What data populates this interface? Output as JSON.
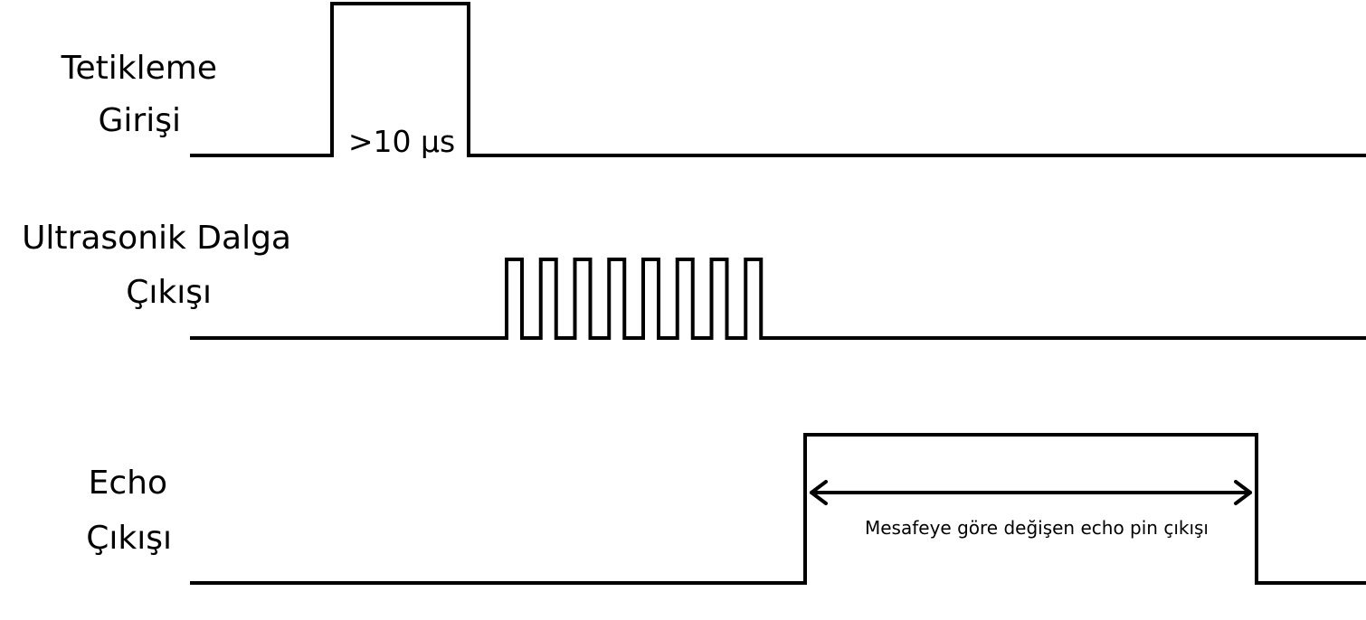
{
  "signals": {
    "trigger": {
      "line1": "Tetikleme",
      "line2": "Girişi",
      "pulse_label": ">10 µs"
    },
    "ultrasonic": {
      "line1": "Ultrasonik Dalga",
      "line2": "Çıkışı",
      "burst_count": 8
    },
    "echo": {
      "line1": "Echo",
      "line2": "Çıkışı",
      "width_label": "Mesafeye göre değişen echo pin çıkışı"
    }
  },
  "colors": {
    "stroke": "#000000",
    "background": "#ffffff"
  }
}
